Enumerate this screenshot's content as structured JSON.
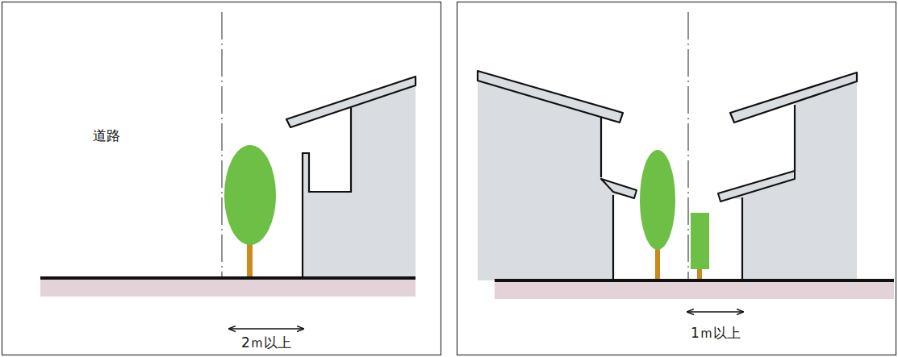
{
  "diagram": {
    "labels": [
      "道路",
      "2ｍ以上",
      "1ｍ以上"
    ]
  }
}
